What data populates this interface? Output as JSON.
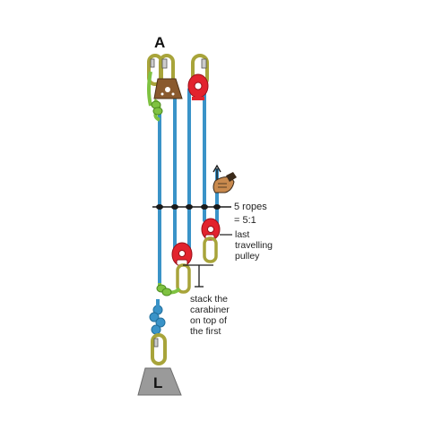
{
  "anchor_label": "A",
  "load_label": "L",
  "ropes_label": "5 ropes",
  "ratio_label": "= 5:1",
  "pulley_note": [
    "last",
    "travelling",
    "pulley"
  ],
  "stack_note": [
    "stack the",
    "carabiner",
    "on top of",
    "the first"
  ],
  "colors": {
    "rope": "#3a93c8",
    "rope_dark": "#226f9c",
    "tail_rope": "#7fc241",
    "carabiner": "#a8a43a",
    "pulley": "#e2232e",
    "anchor_plate": "#8a5a2e",
    "load": "#9a9a9a",
    "hand": "#c98a4e",
    "black": "#1a1a1a"
  },
  "icons": [
    "carabiner-icon",
    "pulley-icon",
    "anchor-plate-icon",
    "hand-icon",
    "load-weight-icon",
    "knot-icon",
    "arrow-up-icon"
  ]
}
